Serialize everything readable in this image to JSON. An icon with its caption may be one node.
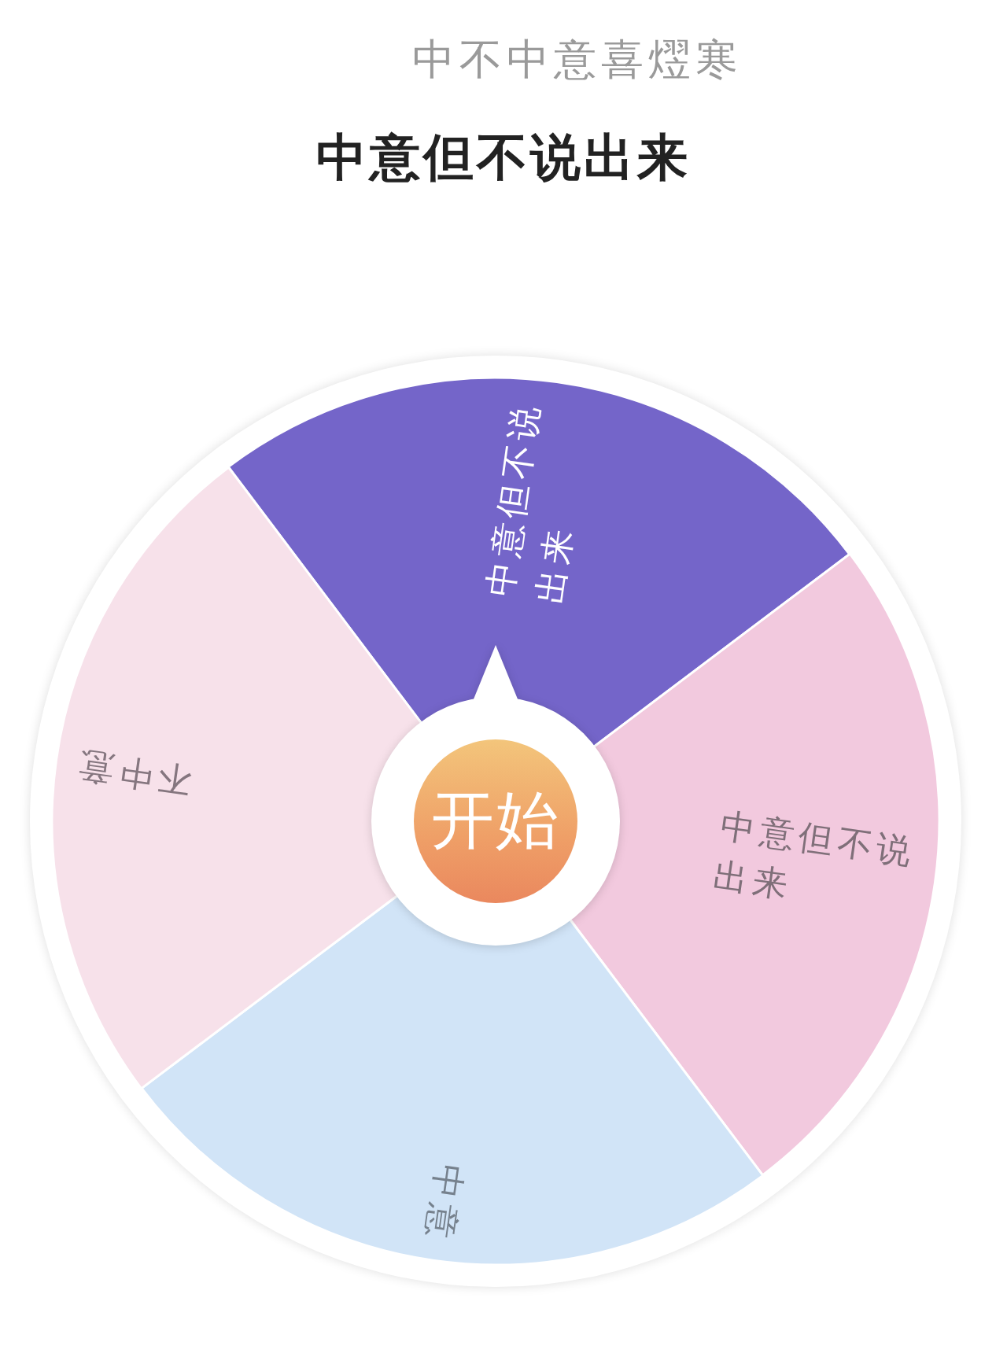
{
  "diagram": {
    "title": "中意但不说出来",
    "nodes": [
      {
        "text": [],
        "shape": "circle"
      },
      {
        "text": [
          "中意但不说出来"
        ],
        "in": 0
      },
      {
        "text": [
          "中意但不说出来"
        ],
        "in": 0
      },
      {
        "text": [
          "中意"
        ],
        "in": 0
      },
      {
        "text": [
          "不中意"
        ],
        "in": 0
      },
      {
        "text": [
          "开始"
        ],
        "in": 0
      }
    ],
    "labels": [
      "中不中意喜熤寒"
    ]
  }
}
